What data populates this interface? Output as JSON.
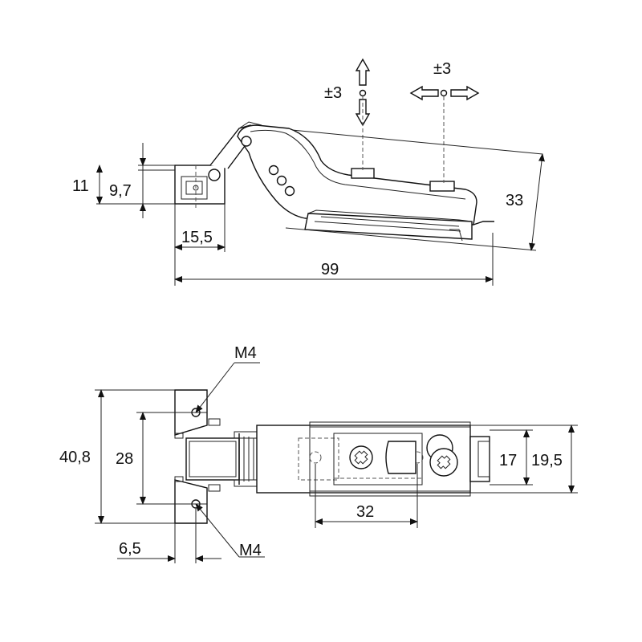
{
  "side_view": {
    "adjust_vertical": "±3",
    "adjust_horizontal": "±3",
    "dim_height_total": "11",
    "dim_height_inner": "9,7",
    "dim_width_cup": "15,5",
    "dim_length": "99",
    "dim_depth": "33"
  },
  "top_view": {
    "thread_top": "M4",
    "thread_bottom": "M4",
    "dim_plate_height": "40,8",
    "dim_hole_spacing": "28",
    "dim_edge_offset": "6,5",
    "dim_mount_spacing": "32",
    "dim_arm_width_inner": "17",
    "dim_arm_width_outer": "19,5"
  },
  "colors": {
    "line": "#111111",
    "background": "#ffffff"
  }
}
